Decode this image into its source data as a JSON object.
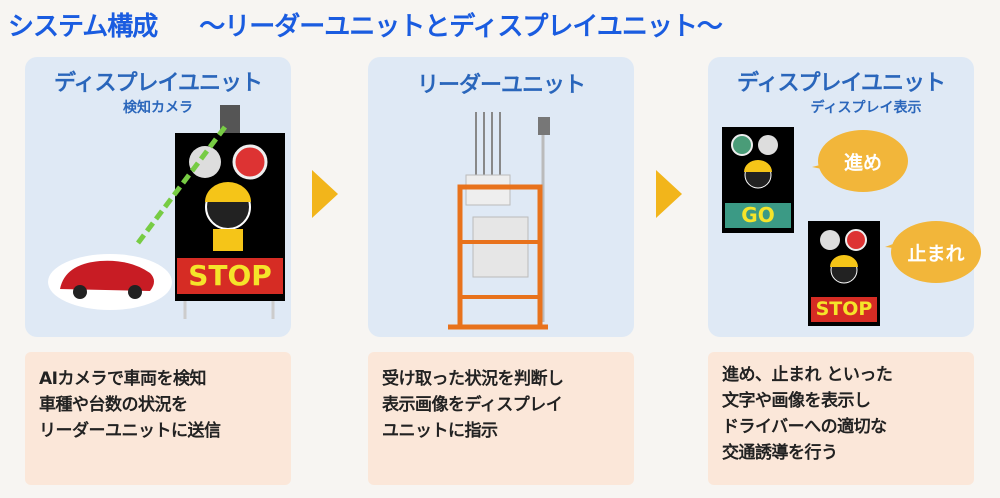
{
  "title": {
    "main": "システム構成",
    "sub": "～リーダーユニットとディスプレイユニット～"
  },
  "panels": [
    {
      "heading": "ディスプレイユニット",
      "subheading": "検知カメラ",
      "sign_text": "STOP"
    },
    {
      "heading": "リーダーユニット"
    },
    {
      "heading": "ディスプレイユニット",
      "subheading": "ディスプレイ表示",
      "go_text": "GO",
      "stop_text": "STOP",
      "bubble_go": "進め",
      "bubble_stop": "止まれ"
    }
  ],
  "descriptions": [
    [
      "AIカメラで車両を検知",
      "車種や台数の状況を",
      "リーダーユニットに送信"
    ],
    [
      "受け取った状況を判断し",
      "表示画像をディスプレイ",
      "ユニットに指示"
    ],
    [
      "進め、止まれ といった",
      "文字や画像を表示し",
      "ドライバーへの適切な",
      "交通誘導を行う"
    ]
  ],
  "colors": {
    "title": "#1a5ce0",
    "heading": "#2a66bb",
    "panel": "#dfe9f5",
    "desc": "#fbe7d9",
    "arrow": "#f2b51b",
    "bubble": "#f2b63a"
  }
}
